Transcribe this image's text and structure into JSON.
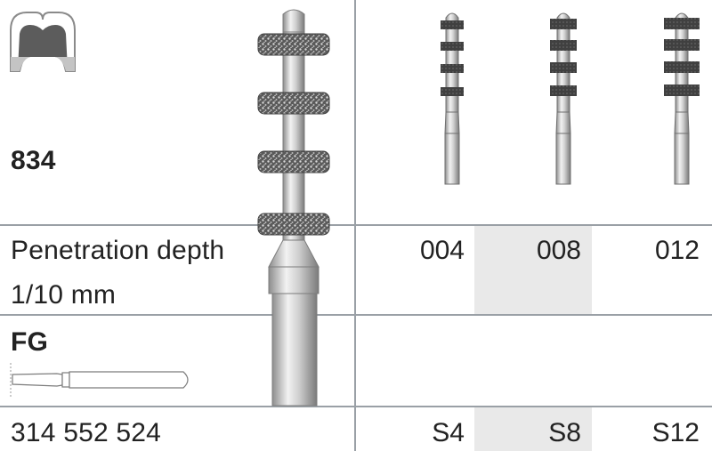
{
  "product": {
    "number": "834",
    "shank": "FG",
    "catalog_number": "314 552 524"
  },
  "penetration": {
    "label_line1": "Penetration depth",
    "label_line2": "1/10 mm"
  },
  "variants": [
    {
      "depth": "004",
      "code": "S4",
      "highlighted": false
    },
    {
      "depth": "008",
      "code": "S8",
      "highlighted": true
    },
    {
      "depth": "012",
      "code": "S12",
      "highlighted": false
    }
  ],
  "icons": {
    "tooth": "tooth-crown-icon",
    "shank": "fg-shank-icon",
    "bur": "diamond-depth-marker-bur"
  },
  "colors": {
    "grid": "#9aa0a6",
    "shade": "#e9e9e9",
    "band": "#3a3a3a",
    "text": "#222222"
  }
}
